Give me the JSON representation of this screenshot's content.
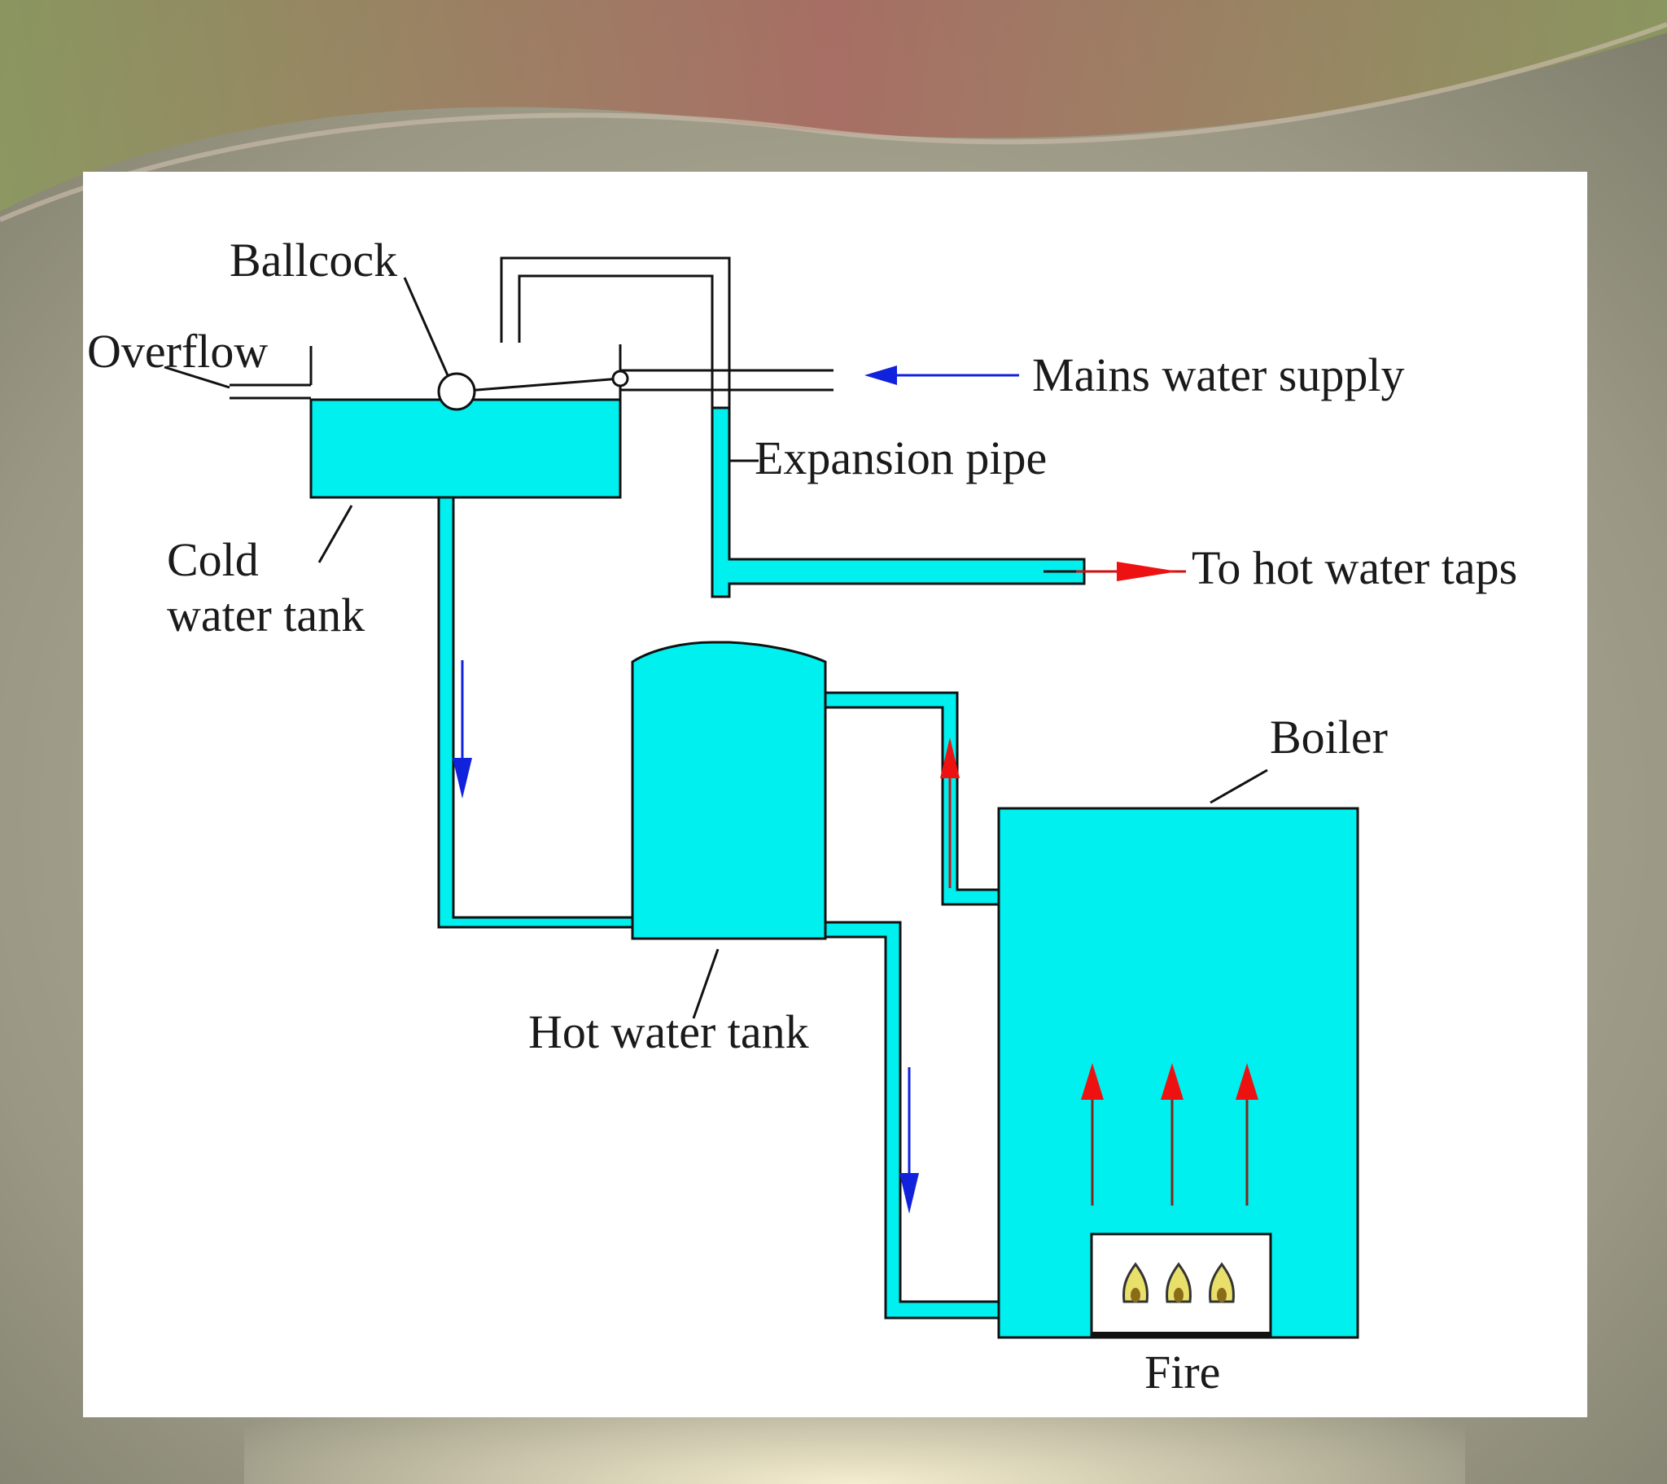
{
  "slide": {
    "colors": {
      "background_edge": "#8a8a78",
      "background_center": "#b9b8a2",
      "bottom_glow": "#fff6d6",
      "top_wave_red": "#a9675f",
      "top_wave_green": "#8c9a5e"
    }
  },
  "diagram": {
    "colors": {
      "water": "#00f0f0",
      "outline": "#111111",
      "hot_arrow": "#ee1111",
      "cold_arrow": "#1122dd",
      "panel": "#ffffff"
    },
    "labels": {
      "ballcock": "Ballcock",
      "overflow": "Overflow",
      "mains_water_supply": "Mains water supply",
      "expansion_pipe": "Expansion pipe",
      "cold_water_tank_line1": "Cold",
      "cold_water_tank_line2": "water tank",
      "to_hot_water_taps": "To hot water taps",
      "boiler": "Boiler",
      "hot_water_tank": "Hot water tank",
      "fire": "Fire"
    }
  }
}
